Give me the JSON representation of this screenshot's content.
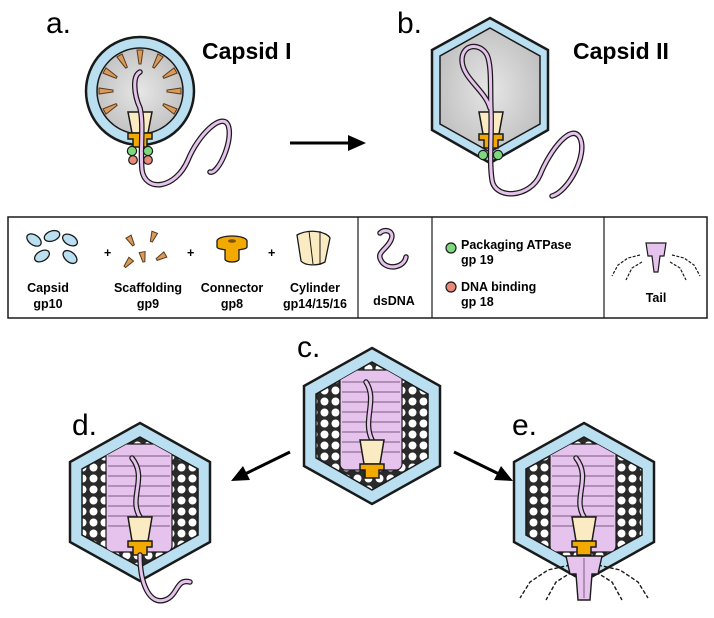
{
  "panels": {
    "a": "a.",
    "b": "b.",
    "c": "c.",
    "d": "d.",
    "e": "e."
  },
  "titles": {
    "capsid_i": "Capsid I",
    "capsid_ii": "Capsid II"
  },
  "legend": {
    "capsid": [
      "Capsid",
      "gp10"
    ],
    "scaffolding": [
      "Scaffolding",
      "gp9"
    ],
    "connector": [
      "Connector",
      "gp8"
    ],
    "cylinder": [
      "Cylinder",
      "gp14/15/16"
    ],
    "dsdna": "dsDNA",
    "packaging": [
      "Packaging ATPase",
      "gp 19"
    ],
    "dna_binding": [
      "DNA binding",
      "gp 18"
    ],
    "tail": "Tail",
    "plus": "+"
  },
  "colors": {
    "capsid_shell": "#b9dff0",
    "capsid_inner": "#c9c9c9",
    "dna": "#e6c3ec",
    "connector": "#f2a900",
    "cylinder": "#fbebc2",
    "scaffolding": "#d99a5c",
    "atpase": "#7ed87e",
    "dna_binding": "#e8897a"
  }
}
